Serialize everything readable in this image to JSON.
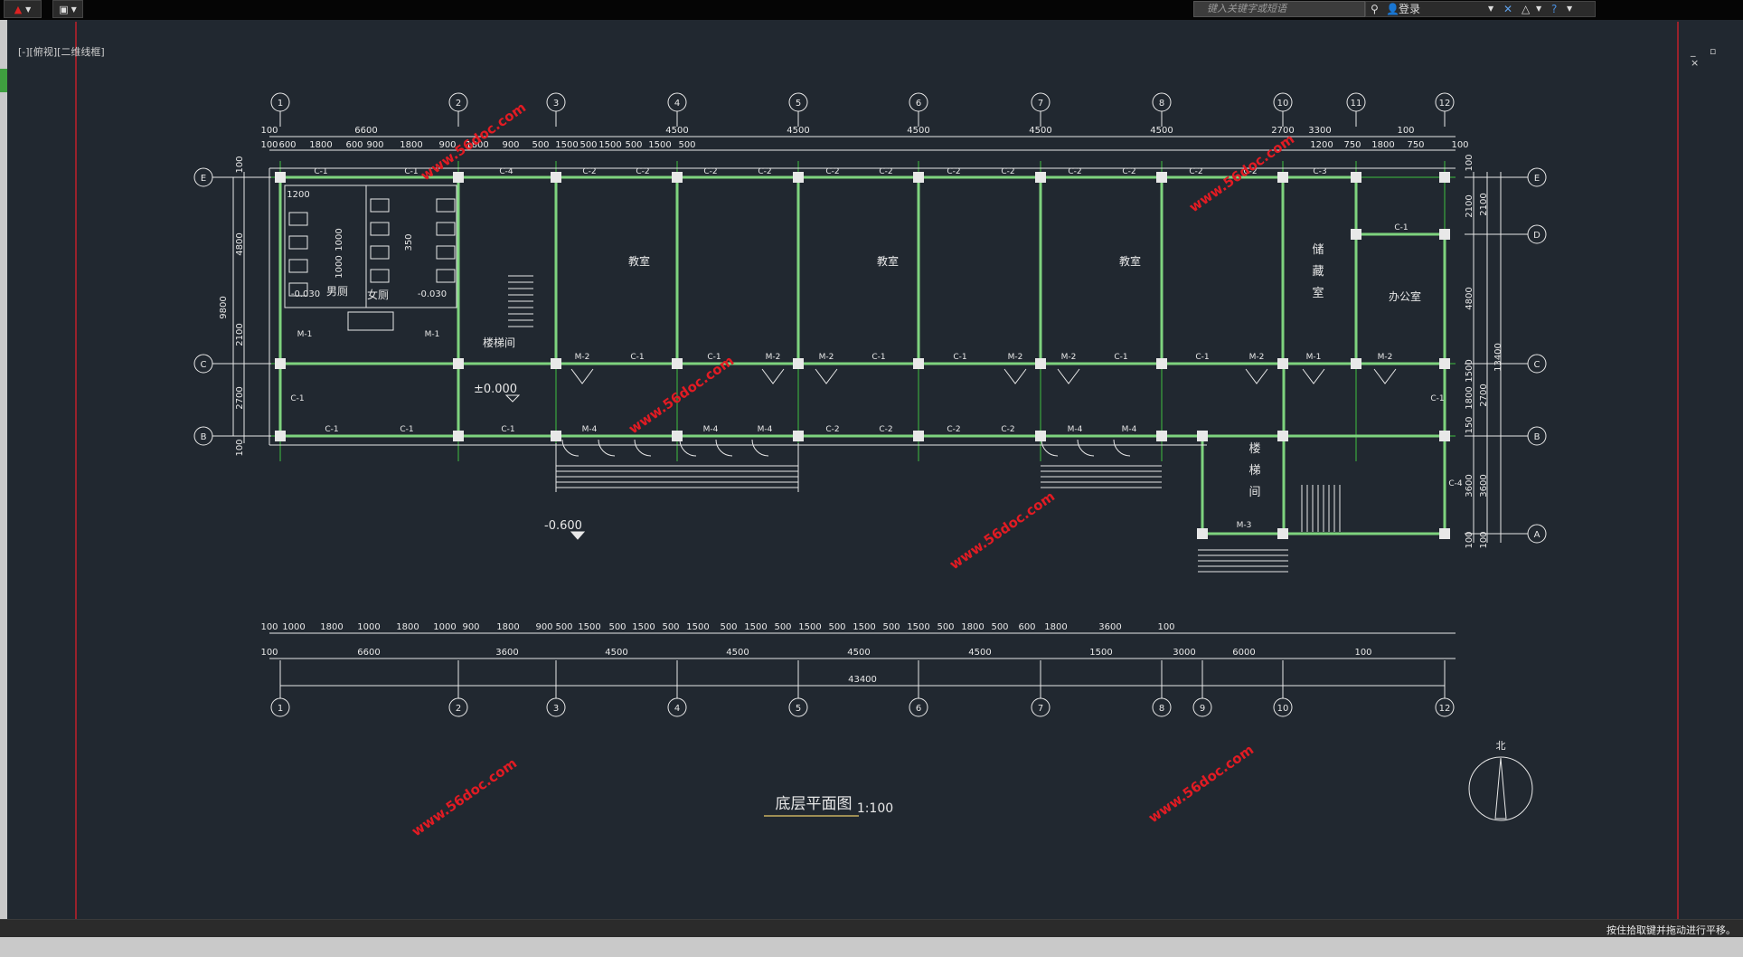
{
  "toolbar": {
    "search_placeholder": "键入关键字或短语",
    "login_label": "登录"
  },
  "viewport_label": "[-][俯视][二维线框]",
  "window_controls": "_ ▫ ×",
  "status_text": "按住拾取键并拖动进行平移。",
  "drawing": {
    "title": "底层平面图",
    "scale": "1:100",
    "axis_numbers_top": [
      "1",
      "2",
      "3",
      "4",
      "5",
      "6",
      "7",
      "8",
      "10",
      "11",
      "12"
    ],
    "axis_numbers_bottom": [
      "1",
      "2",
      "3",
      "4",
      "5",
      "6",
      "7",
      "8",
      "9",
      "10",
      "12"
    ],
    "axis_letters_left": [
      "E",
      "C",
      "B"
    ],
    "axis_letters_right": [
      "E",
      "D",
      "C",
      "B",
      "A"
    ],
    "dims_top_row1": [
      "100",
      "6600",
      "4500",
      "4500",
      "4500",
      "4500",
      "4500",
      "2700",
      "3300",
      "100"
    ],
    "dims_top_row2": [
      "100",
      "600",
      "1800",
      "600",
      "900",
      "1800",
      "900",
      "1800",
      "900",
      "500",
      "1500",
      "500",
      "1500",
      "500",
      "1500",
      "500",
      "1200",
      "750",
      "1800",
      "750",
      "100"
    ],
    "dims_bottom_row1": [
      "100",
      "1000",
      "1800",
      "1000",
      "1800",
      "1000",
      "900",
      "1800",
      "900",
      "500",
      "1500",
      "500",
      "1500",
      "500",
      "1500",
      "500",
      "1500",
      "500",
      "1500",
      "500",
      "1500",
      "500",
      "1500",
      "500",
      "1800",
      "500",
      "600",
      "1800",
      "3600",
      "100"
    ],
    "dims_bottom_row2": [
      "100",
      "6600",
      "3600",
      "4500",
      "4500",
      "4500",
      "4500",
      "1500",
      "3000",
      "6000",
      "100"
    ],
    "dims_total": "43400",
    "dims_left": [
      "100",
      "4800",
      "9800",
      "2100",
      "2700",
      "100"
    ],
    "dims_right": [
      "100",
      "2100",
      "2100",
      "4800",
      "13400",
      "1500",
      "1800",
      "150",
      "2700",
      "3600",
      "3600",
      "100",
      "100"
    ],
    "rooms": [
      "教室",
      "教室",
      "教室",
      "储藏室",
      "办公室",
      "男厕",
      "女厕",
      "楼梯间",
      "楼梯间"
    ],
    "tags": {
      "c1": "C-1",
      "c2": "C-2",
      "c3": "C-3",
      "c4": "C-4",
      "m1": "M-1",
      "m2": "M-2",
      "m3": "M-3",
      "m4": "M-4"
    },
    "levels": [
      "±0.000",
      "-0.600",
      "-0.030",
      "-0.030",
      "1200",
      "1000",
      "1000",
      "350"
    ],
    "north_label": "北",
    "watermark": "www.56doc.com"
  }
}
